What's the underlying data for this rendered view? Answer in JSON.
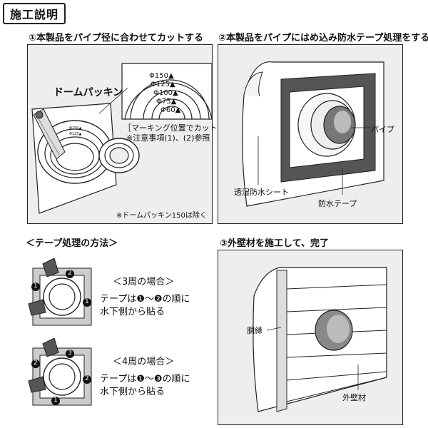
{
  "title": "施工説明",
  "step1": {
    "heading": "①本製品をパイプ径に合わせてカットする",
    "packing_label": "ドームパッキン",
    "ring_labels": [
      "Φ150▲",
      "Φ125▲",
      "Φ100▲",
      "Φ75▲",
      "Φ60▲"
    ],
    "small_ring_labels": [
      "Φ150▲",
      "Φ125▲"
    ],
    "marking_note": "［マーキング位置でカット］",
    "caution_note": "※注意事項(1)、(2)参照",
    "exclude_note": "※ドームパッキン150は除く"
  },
  "step2": {
    "heading": "②本製品をパイプにはめ込み防水テープ処理をする",
    "pipe_label": "パイプ",
    "sheet_label": "透湿防水シート",
    "tape_label": "防水テープ"
  },
  "tape_method": {
    "heading": "＜テープ処理の方法＞",
    "case3_title": "＜3周の場合＞",
    "case3_line1": "テープは❶～❷の順に",
    "case3_line2": "水下側から貼る",
    "case4_title": "＜4周の場合＞",
    "case4_line1": "テープは❶～❸の順に",
    "case4_line2": "水下側から貼る",
    "num1": "1",
    "num2": "2",
    "num3": "3"
  },
  "step3": {
    "heading": "③外壁材を施工して、完了",
    "furring_label": "胴縁",
    "siding_label": "外壁材"
  }
}
